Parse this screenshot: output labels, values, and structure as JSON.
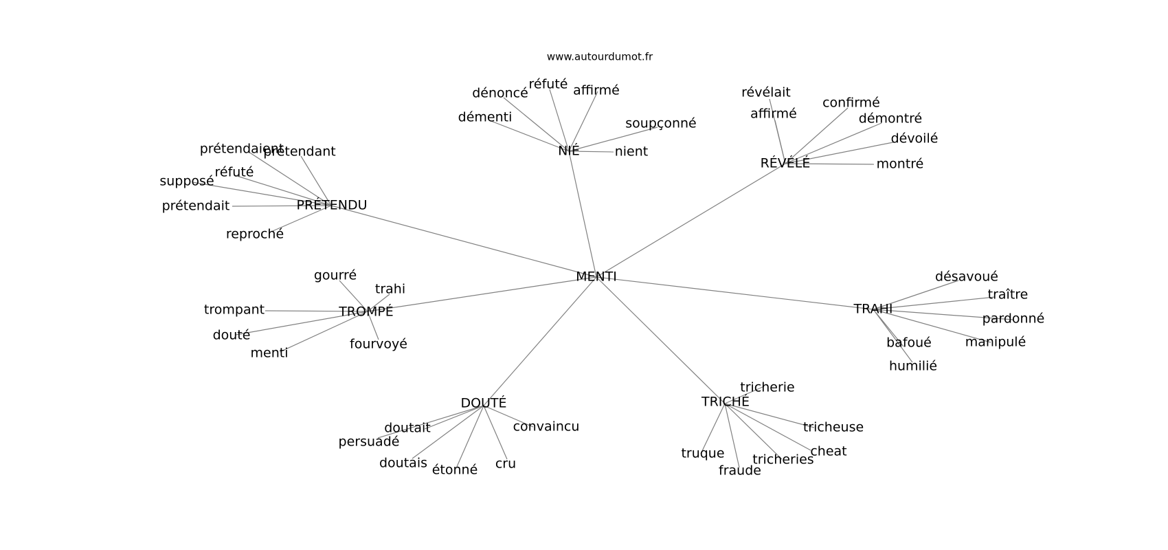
{
  "source": "www.autourdumot.fr",
  "center": "MENTI",
  "clusters": [
    {
      "label": "NIÉ",
      "words": [
        "dénoncé",
        "réfuté",
        "affirmé",
        "démenti",
        "soupçonné",
        "nient"
      ]
    },
    {
      "label": "RÉVÉLÉ",
      "words": [
        "révélait",
        "affirmé",
        "confirmé",
        "démontré",
        "dévoilé",
        "montré"
      ]
    },
    {
      "label": "PRÉTENDU",
      "words": [
        "prétendaient",
        "prétendant",
        "réfuté",
        "supposé",
        "prétendait",
        "reproché"
      ]
    },
    {
      "label": "TROMPÉ",
      "words": [
        "gourré",
        "trahi",
        "trompant",
        "douté",
        "menti",
        "fourvoyé"
      ]
    },
    {
      "label": "TRAHI",
      "words": [
        "désavoué",
        "traître",
        "pardonné",
        "manipulé",
        "bafoué",
        "humilié"
      ]
    },
    {
      "label": "DOUTÉ",
      "words": [
        "doutait",
        "persuadé",
        "convaincu",
        "doutais",
        "étonné",
        "cru"
      ]
    },
    {
      "label": "TRICHÉ",
      "words": [
        "tricherie",
        "tricheuse",
        "truque",
        "cheat",
        "tricheries",
        "fraude"
      ]
    }
  ]
}
